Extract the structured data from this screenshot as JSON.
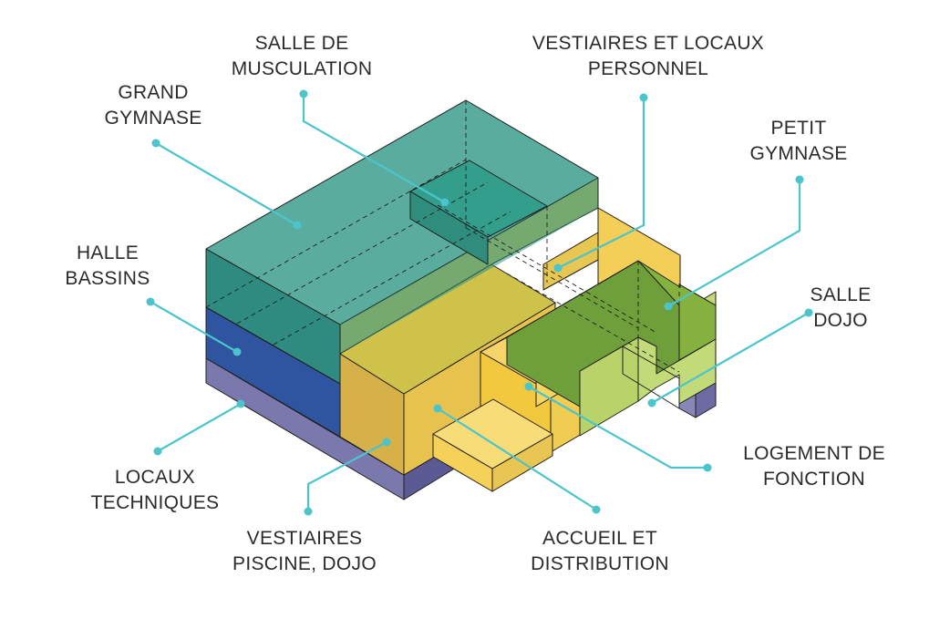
{
  "colors": {
    "leader": "#4cc4cc",
    "grand_gymnase": "#2e8f81",
    "halle_bassins": "#2f55a0",
    "locaux_techniques": "#7b78ad",
    "vestiaires_piscine": "#e8c24f",
    "petit_gymnase": "#7ea83a",
    "salle_dojo": "#b9d36a",
    "accueil": "#f5cf55"
  },
  "labels": {
    "grand_gymnase": {
      "line1": "GRAND",
      "line2": "GYMNASE"
    },
    "salle_musculation": {
      "line1": "SALLE DE",
      "line2": "MUSCULATION"
    },
    "vestiaires_personnel": {
      "line1": "VESTIAIRES ET LOCAUX",
      "line2": "PERSONNEL"
    },
    "petit_gymnase": {
      "line1": "PETIT",
      "line2": "GYMNASE"
    },
    "halle_bassins": {
      "line1": "HALLE",
      "line2": "BASSINS"
    },
    "salle_dojo": {
      "line1": "SALLE",
      "line2": "DOJO"
    },
    "logement_fonction": {
      "line1": "LOGEMENT  DE",
      "line2": "FONCTION"
    },
    "locaux_techniques": {
      "line1": "LOCAUX",
      "line2": "TECHNIQUES"
    },
    "vestiaires_piscine": {
      "line1": "VESTIAIRES",
      "line2": "PISCINE, DOJO"
    },
    "accueil_distribution": {
      "line1": "ACCUEIL ET",
      "line2": "DISTRIBUTION"
    }
  }
}
